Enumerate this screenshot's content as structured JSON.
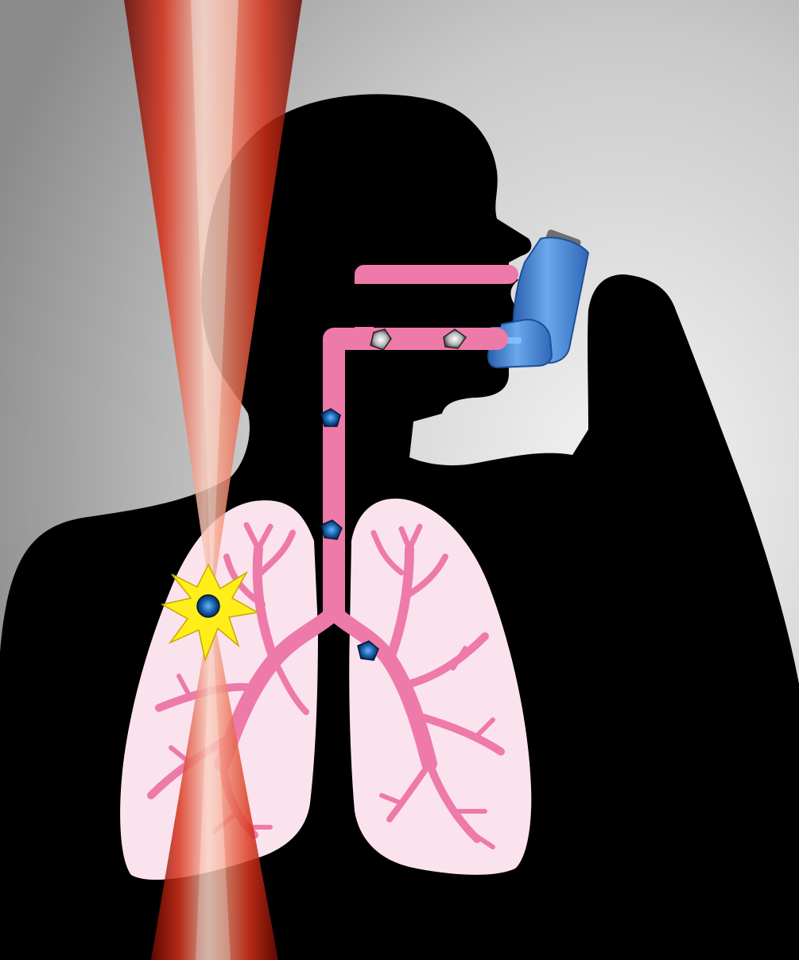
{
  "colors": {
    "background_center": "#f2f2f2",
    "background_edge": "#8f8f8f",
    "silhouette": "#000000",
    "airway": "#ee7aa9",
    "lung_fill": "#fbe3ee",
    "laser_beam": "#d42a12",
    "laser_core": "#f6c0b0",
    "inhaler_body": "#4f8fdc",
    "inhaler_dark": "#2b5fae",
    "particle_gray": "#bdbdbd",
    "particle_blue": "#1d6fb8",
    "activation_burst": "#ffee1a"
  },
  "icons": [
    "person-silhouette",
    "laser-beam",
    "inhaler-icon",
    "airway-tube",
    "left-lung",
    "right-lung",
    "drug-particle-icon",
    "activation-starburst-icon"
  ]
}
